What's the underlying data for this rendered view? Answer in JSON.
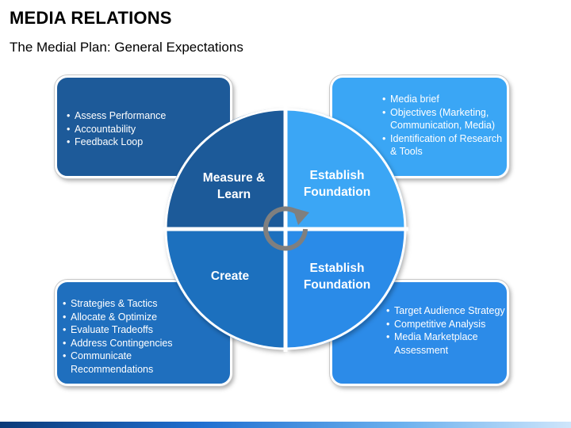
{
  "header": {
    "title": "MEDIA RELATIONS",
    "subtitle": "The Medial Plan: General Expectations"
  },
  "colors": {
    "quadrant_top_left": "#1d5a99",
    "quadrant_top_right": "#3aa6f5",
    "quadrant_bottom_left": "#1f6fbe",
    "quadrant_bottom_right": "#2c8be8",
    "cycle_icon": "#7f7f7f"
  },
  "quadrants": {
    "top_left": {
      "label": "Measure & Learn",
      "items": [
        "Assess Performance",
        "Accountability",
        "Feedback Loop"
      ]
    },
    "top_right": {
      "label": "Establish Foundation",
      "items": [
        "Media brief",
        "Objectives (Marketing, Communication, Media)",
        "Identification of Research & Tools"
      ]
    },
    "bottom_left": {
      "label": "Create",
      "items": [
        "Strategies & Tactics",
        "Allocate & Optimize",
        "Evaluate Tradeoffs",
        "Address Contingencies",
        "Communicate Recommendations"
      ]
    },
    "bottom_right": {
      "label": "Establish Foundation",
      "items": [
        "Target Audience Strategy",
        "Competitive Analysis",
        "Media Marketplace Assessment"
      ]
    }
  },
  "center_icon": "cycle-arrow-icon"
}
